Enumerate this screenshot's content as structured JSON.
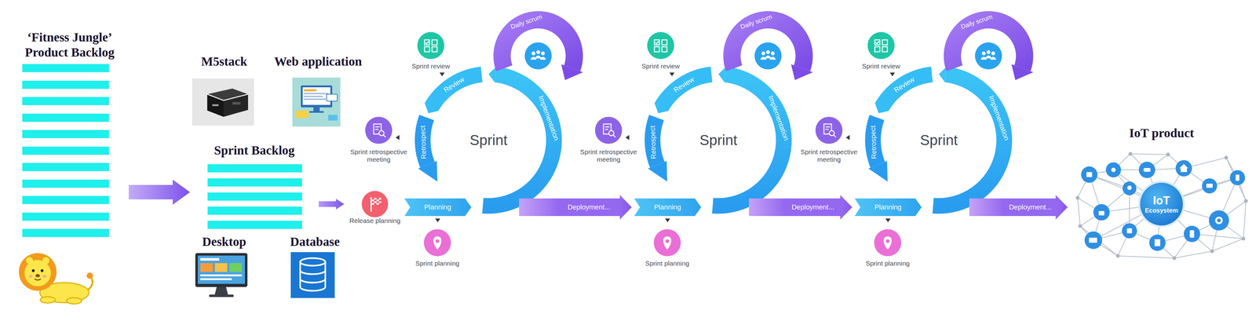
{
  "diagram": {
    "nodes": [
      {
        "text": [
          "‘Fitness Jungle’ Product Backlog"
        ]
      },
      {
        "text": [
          "Sprint Backlog"
        ]
      },
      {
        "text": [
          "Release planning"
        ]
      },
      {
        "text": [
          "Sprint"
        ]
      },
      {
        "text": [
          "Sprint"
        ]
      },
      {
        "text": [
          "Sprint"
        ]
      },
      {
        "text": [
          "IoT product",
          "IoT Ecosystem"
        ]
      }
    ],
    "edges": [
      {
        "from": 0,
        "to": 1,
        "arrow": "to"
      },
      {
        "from": 1,
        "to": 2,
        "arrow": "to"
      },
      {
        "from": 3,
        "to": 4,
        "arrow": "to",
        "label": "Deployment..."
      },
      {
        "from": 4,
        "to": 5,
        "arrow": "to",
        "label": "Deployment..."
      },
      {
        "from": 5,
        "to": 6,
        "arrow": "to",
        "label": "Deployment..."
      }
    ],
    "labels": [
      "M5stack",
      "Web application",
      "Desktop",
      "Database",
      "Daily scrum",
      "Sprint review",
      "Review",
      "Implementation",
      "Sprint retrospective meeting",
      "Retrospect",
      "Planning",
      "Sprint planning",
      "Daily scrum",
      "Sprint review",
      "Review",
      "Implementation",
      "Sprint retrospective meeting",
      "Retrospect",
      "Planning",
      "Sprint planning",
      "Daily scrum",
      "Sprint review",
      "Review",
      "Implementation",
      "Sprint retrospective meeting",
      "Retrospect",
      "Planning",
      "Sprint planning"
    ]
  }
}
